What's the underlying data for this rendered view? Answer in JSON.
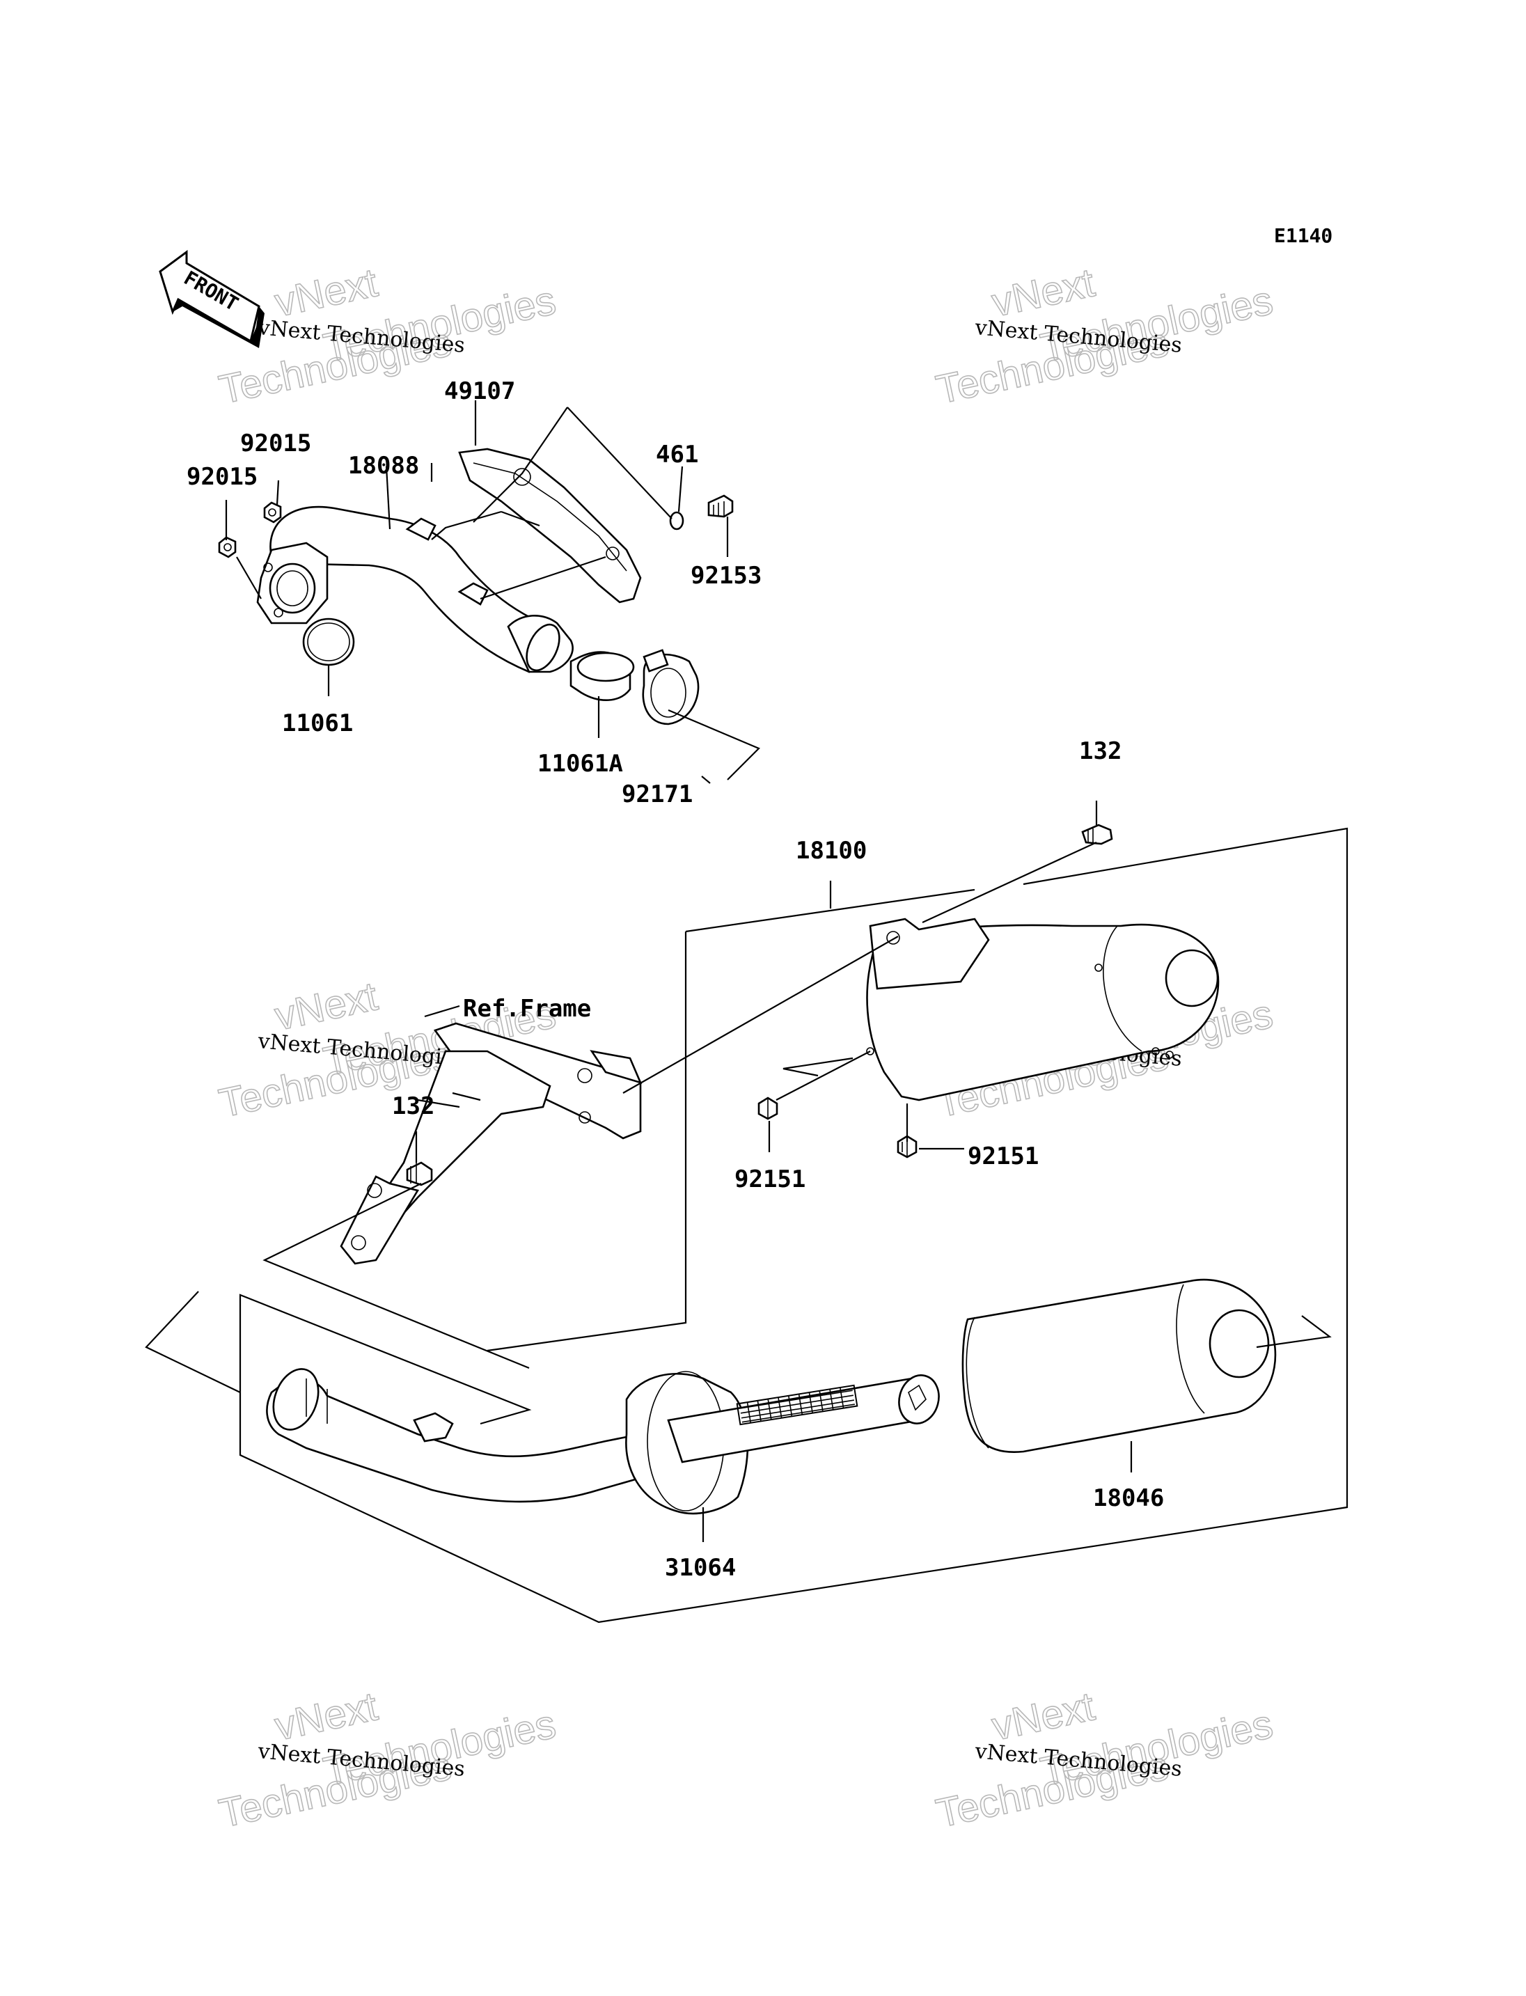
{
  "diagram_code": "E1140",
  "front_label": "FRONT",
  "ref_frame_label": "Ref.Frame",
  "watermark": {
    "line1": "vNext",
    "line2": "vNext Technologies",
    "line3": "Technologies"
  },
  "parts": {
    "p49107": "49107",
    "p461": "461",
    "p92015a": "92015",
    "p92015b": "92015",
    "p18088": "18088",
    "p92153": "92153",
    "p11061": "11061",
    "p11061A": "11061A",
    "p92171": "92171",
    "p132a": "132",
    "p18100": "18100",
    "p132b": "132",
    "p92151a": "92151",
    "p92151b": "92151",
    "p18046": "18046",
    "p31064": "31064"
  }
}
